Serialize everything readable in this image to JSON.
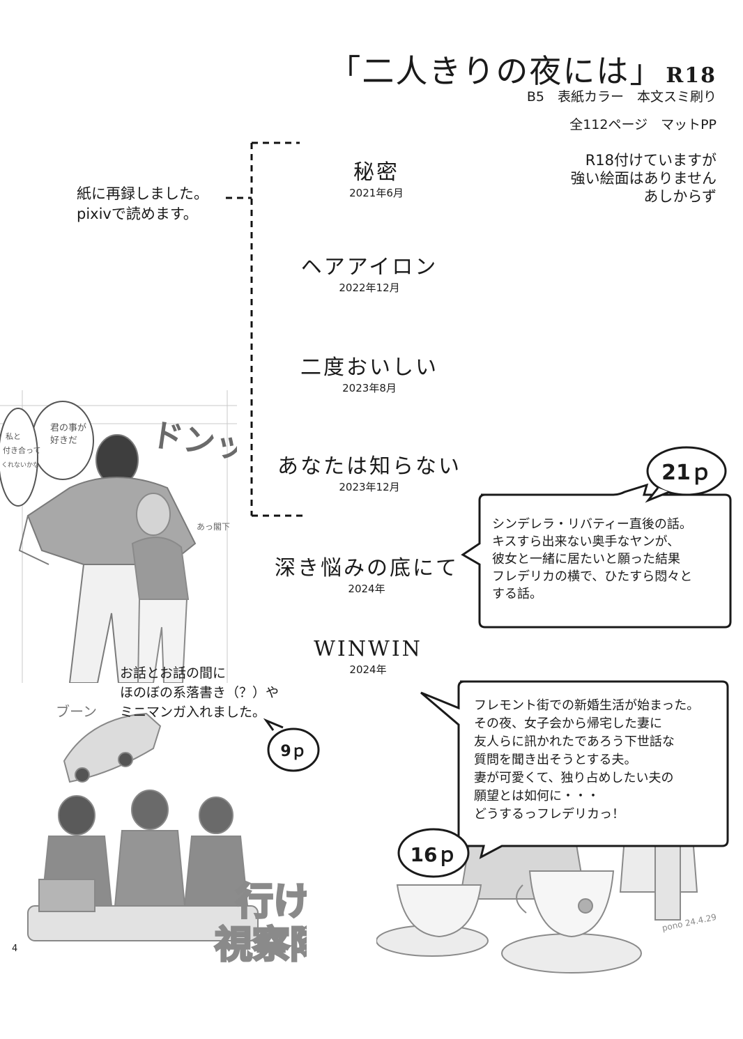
{
  "header": {
    "title": "「二人きりの夜には」",
    "title_tag": "R18",
    "spec_line1": "B5　表紙カラー　本文スミ刷り",
    "spec_line2": "全112ページ　マットPP"
  },
  "notes": {
    "r18_note": [
      "R18付けていますが",
      "強い絵面はありません",
      "あしからず"
    ],
    "reprint_note": [
      "紙に再録しました。",
      "pixivで読めます。"
    ]
  },
  "stories": [
    {
      "title": "秘密",
      "date": "2021年6月"
    },
    {
      "title": "ヘアアイロン",
      "date": "2022年12月"
    },
    {
      "title": "二度おいしい",
      "date": "2023年8月"
    },
    {
      "title": "あなたは知らない",
      "date": "2023年12月"
    },
    {
      "title": "深き悩みの底にて",
      "date": "2024年"
    },
    {
      "title": "WINWIN",
      "date": "2024年"
    }
  ],
  "bubbles": {
    "story5_pages": "21ｐ",
    "story5_summary": [
      "シンデレラ・リバティー直後の話。",
      "キスすら出来ない奥手なヤンが、",
      "彼女と一緒に居たいと願った結果",
      "フレデリカの横で、ひたすら悶々と",
      "する話。"
    ],
    "story6_pages": "16ｐ",
    "story6_summary": [
      "フレモント街での新婚生活が始まった。",
      "その夜、女子会から帰宅した妻に",
      "友人らに訊かれたであろう下世話な",
      "質問を聞き出そうとする夫。",
      "妻が可愛くて、独り占めしたい夫の",
      "願望とは如何に・・・",
      "どうするっフレデリカっ！"
    ],
    "extras_pages": "9ｐ",
    "extras_note": [
      "お話とお話の間に",
      "ほのぼの系落書き（？）や",
      "ミニマンガ入れました。"
    ]
  },
  "illustrations": {
    "sfx_don": "ドンッ",
    "sfx_brun": "ブーン",
    "bubble_kimi": [
      "君の事が",
      "好きだ"
    ],
    "bubble_watashi": [
      "私と",
      "付き合って",
      "くれないかな"
    ],
    "murmur_kakka": "あっ閣下",
    "caption_ike": [
      "行け",
      "視察隊♥"
    ],
    "signature": "pono 24.4.29"
  },
  "page_number": "4"
}
